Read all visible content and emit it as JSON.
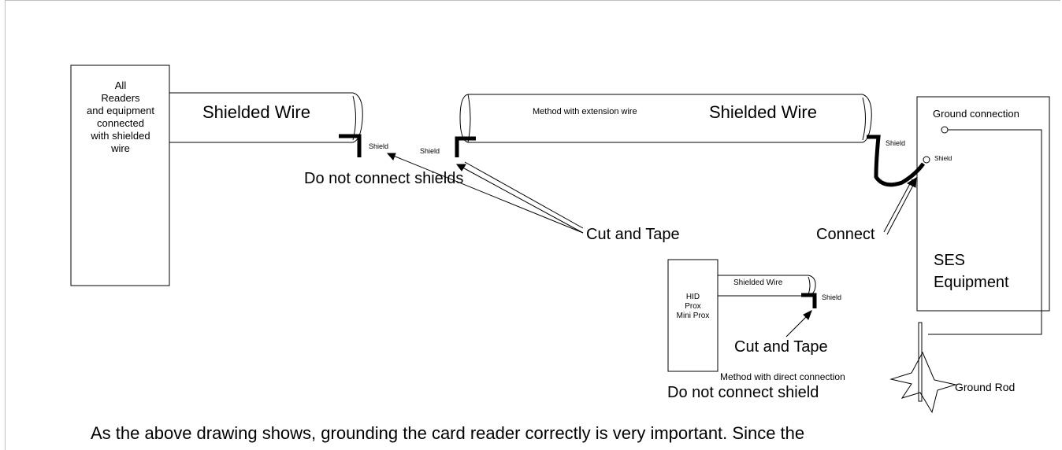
{
  "readers_box": {
    "label": "All\nReaders\nand equipment\nconnected\nwith shielded\nwire"
  },
  "cable_left": {
    "label": "Shielded Wire"
  },
  "cable_ext": {
    "method_label": "Method with extension wire",
    "label": "Shielded Wire"
  },
  "shield_labels": {
    "left_end": "Shield",
    "ext_start": "Shield",
    "ext_end": "Shield",
    "ses": "Shield",
    "hid": "Shield"
  },
  "do_not_connect_shields": "Do not connect shields",
  "cut_and_tape_main": "Cut and Tape",
  "connect_label": "Connect",
  "ses_box": {
    "ground_connection": "Ground connection",
    "label_line1": "SES",
    "label_line2": "Equipment"
  },
  "hid_box": {
    "label": "HID\nProx\nMini Prox",
    "wire_label": "Shielded Wire",
    "cut_and_tape": "Cut and Tape",
    "method_label": "Method with direct connection",
    "do_not_connect": "Do not connect shield"
  },
  "ground_rod": {
    "label": "Ground Rod"
  },
  "paragraph": "As the above drawing shows, grounding the card reader correctly is very important. Since the"
}
